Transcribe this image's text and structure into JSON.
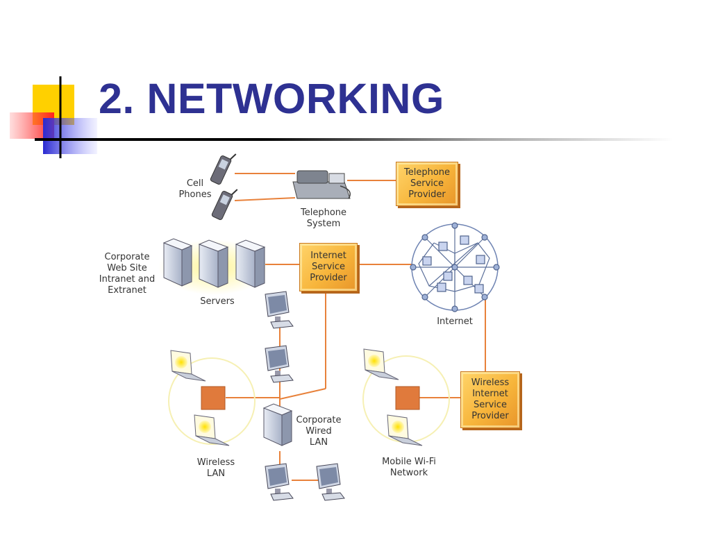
{
  "slide": {
    "title": "2. NETWORKING"
  },
  "diagram": {
    "labels": {
      "cell_phones": "Cell\nPhones",
      "telephone_system": "Telephone\nSystem",
      "corporate_web_site": "Corporate\nWeb Site\nIntranet and\nExtranet",
      "servers": "Servers",
      "internet": "Internet",
      "corporate_wired_lan": "Corporate\nWired\nLAN",
      "wireless_lan": "Wireless\nLAN",
      "mobile_wifi_network": "Mobile Wi-Fi\nNetwork"
    },
    "providers": {
      "telephone": "Telephone\nService\nProvider",
      "internet": "Internet\nService\nProvider",
      "wireless": "Wireless\nInternet\nService\nProvider"
    },
    "colors": {
      "connector": "#e8813a",
      "provider_box": "#f7b53b",
      "access_point": "#e07a3c",
      "title": "#2e3192"
    }
  }
}
